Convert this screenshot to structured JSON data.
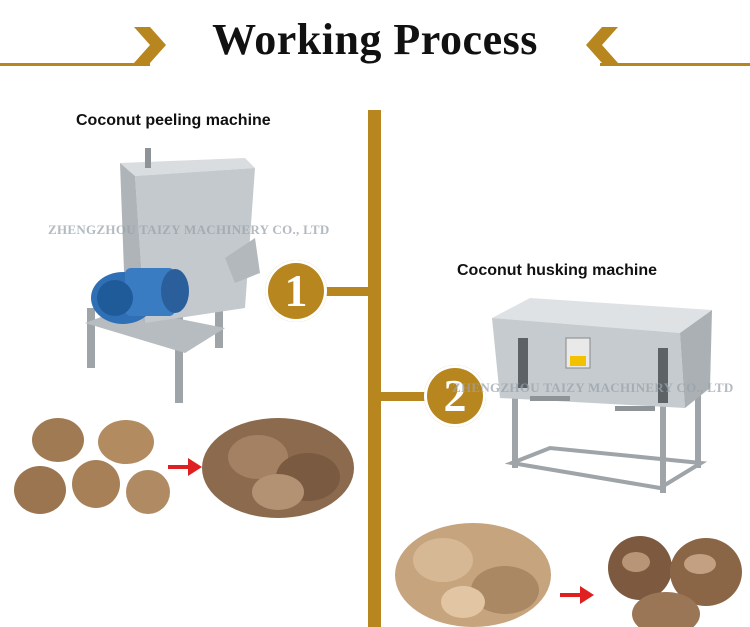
{
  "header": {
    "title": "Working Process"
  },
  "colors": {
    "accent": "#b8861e"
  },
  "steps": [
    {
      "number": "1",
      "label": "Coconut peeling machine"
    },
    {
      "number": "2",
      "label": "Coconut husking machine"
    }
  ],
  "watermark": {
    "left": "ZHENGZHOU TAIZY MACHINERY CO., LTD",
    "right": "ZHENGZHOU TAIZY MACHINERY CO., LTD"
  }
}
